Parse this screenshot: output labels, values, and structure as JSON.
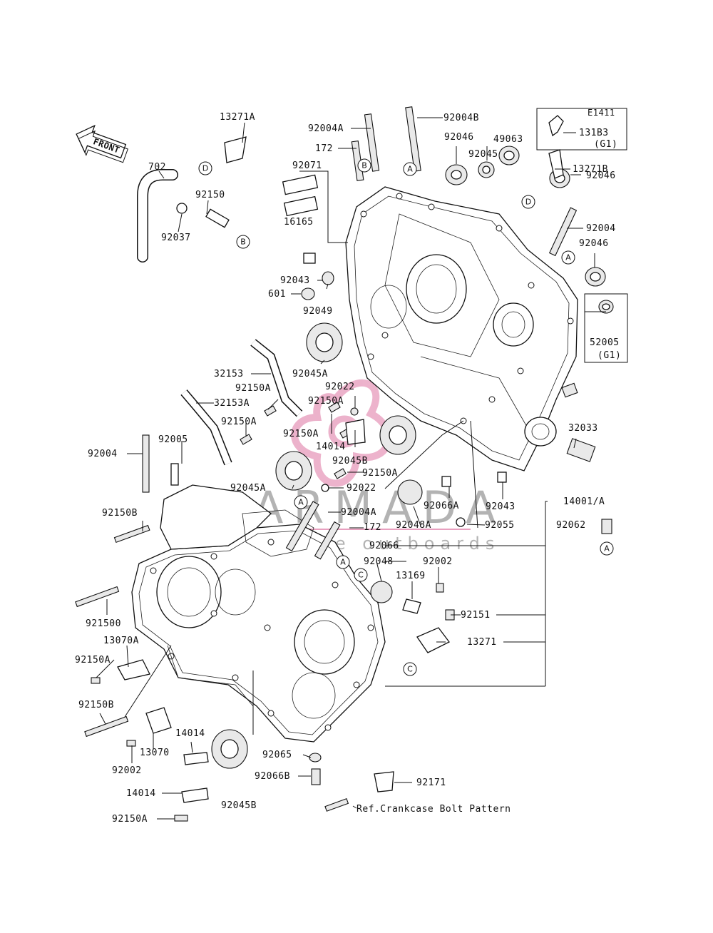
{
  "diagram_id": "E1411",
  "front_label": "FRONT",
  "watermark": {
    "brand": "ARMADA",
    "tagline": "marine outboards",
    "color": "#e8a0bf"
  },
  "reference_note": "Ref.Crankcase Bolt Pattern",
  "callouts": {
    "a": "A",
    "b": "B",
    "c": "C",
    "d": "D"
  },
  "parts": {
    "p13271A": "13271A",
    "p702": "702",
    "p92150": "92150",
    "p92037": "92037",
    "p92004A_top": "92004A",
    "p92004B": "92004B",
    "p172_top": "172",
    "p92071": "92071",
    "p16165": "16165",
    "p92046_a": "92046",
    "p92045_top": "92045",
    "p49063": "49063",
    "p131B3": "131B3",
    "p131B3_g": "(G1)",
    "p13271B": "13271B",
    "p92046_b": "92046",
    "p92004_right": "92004",
    "p92046_c": "92046",
    "p92043_left": "92043",
    "p601": "601",
    "p92049": "92049",
    "p52005": "52005",
    "p52005_g": "(G1)",
    "p32153": "32153",
    "p92045A_top": "92045A",
    "p92150A_a": "92150A",
    "p92022_top": "92022",
    "p32153A": "32153A",
    "p92150A_b": "92150A",
    "p92150A_c": "92150A",
    "p92150A_d": "92150A",
    "p14014_mid": "14014",
    "p92045B_mid": "92045B",
    "p92150A_e": "92150A",
    "p32033": "32033",
    "p92004_left": "92004",
    "p92005": "92005",
    "p92045A_mid": "92045A",
    "p92022_mid": "92022",
    "p92066A": "92066A",
    "p92043_right": "92043",
    "p14001A": "14001/A",
    "p92150B_top": "92150B",
    "p92004A_mid": "92004A",
    "p92048A": "92048A",
    "p92055": "92055",
    "p172_mid": "172",
    "p92062": "92062",
    "p92066": "92066",
    "p92048": "92048",
    "p92002_right": "92002",
    "p13169": "13169",
    "p921500": "921500",
    "p92151": "92151",
    "p13070A": "13070A",
    "p13271": "13271",
    "p92150A_f": "92150A",
    "p92150B_bot": "92150B",
    "p14014_bot": "14014",
    "p13070": "13070",
    "p92065": "92065",
    "p92002_left": "92002",
    "p92066B": "92066B",
    "p92171": "92171",
    "p14014_last": "14014",
    "p92045B_bot": "92045B",
    "p92150A_g": "92150A"
  }
}
